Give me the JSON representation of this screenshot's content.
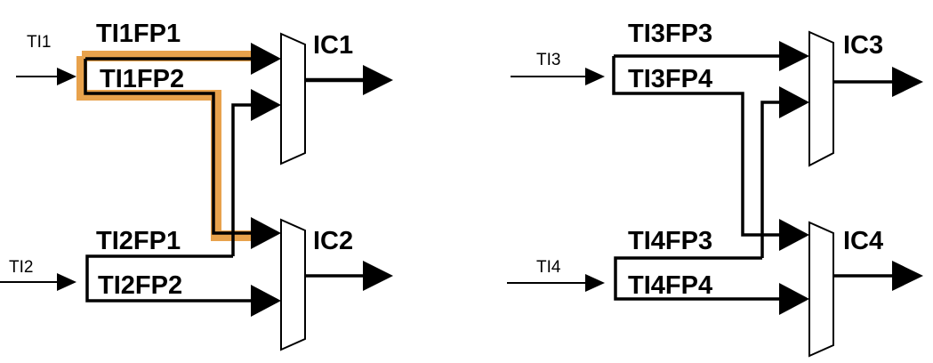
{
  "diagram": {
    "highlight_color": "#e8a24c",
    "wire_color": "#000000",
    "left": {
      "inputs": [
        "TI1",
        "TI2"
      ],
      "fp_labels": [
        "TI1FP1",
        "TI1FP2",
        "TI2FP1",
        "TI2FP2"
      ],
      "outputs": [
        "IC1",
        "IC2"
      ]
    },
    "right": {
      "inputs": [
        "TI3",
        "TI4"
      ],
      "fp_labels": [
        "TI3FP3",
        "TI3FP4",
        "TI4FP3",
        "TI4FP4"
      ],
      "outputs": [
        "IC3",
        "IC4"
      ]
    }
  }
}
